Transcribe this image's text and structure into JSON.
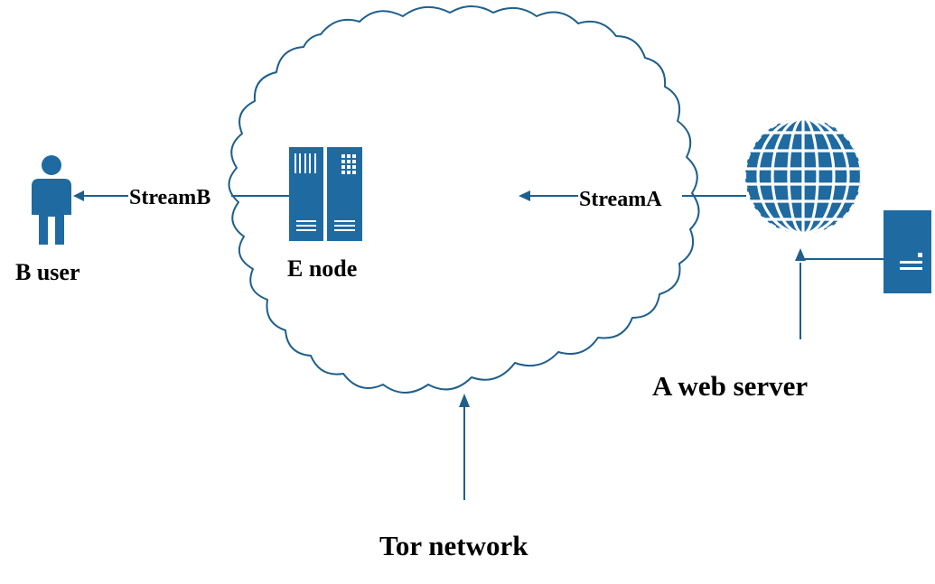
{
  "colors": {
    "primary": "#1f6aa1",
    "line": "#1f5f8b",
    "text": "#000000",
    "background": "#ffffff"
  },
  "icons": {
    "user": "person-icon",
    "node": "server-rack-icon",
    "globe": "globe-icon",
    "server": "server-tower-icon"
  },
  "labels": {
    "b_user": "B user",
    "e_node": "E node",
    "stream_b": "StreamB",
    "stream_a": "StreamA",
    "web_server": "A web server",
    "tor_network": "Tor network"
  }
}
